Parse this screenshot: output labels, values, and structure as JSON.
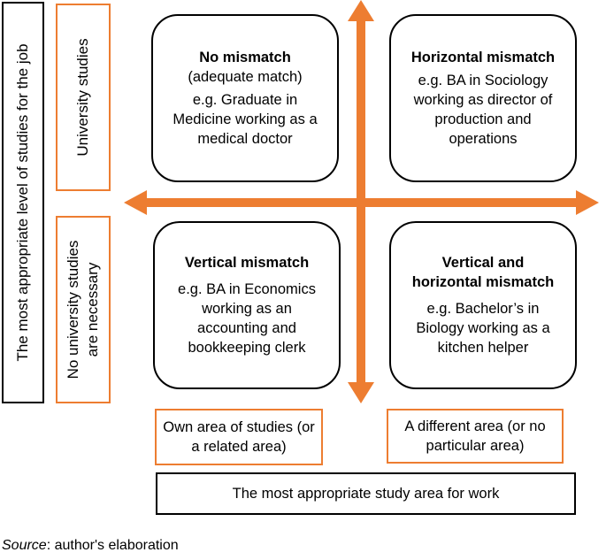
{
  "axes": {
    "y_title": "The most appropriate level of studies for the job",
    "y_top_label": "University studies",
    "y_bottom_label_line1": "No university studies",
    "y_bottom_label_line2": "are necessary",
    "x_left_label_line1": "Own area of studies (or",
    "x_left_label_line2": "a related area)",
    "x_right_label_line1": "A different area (or no",
    "x_right_label_line2": "particular area)",
    "x_title": "The most appropriate study area for work"
  },
  "quadrants": {
    "top_left": {
      "title": "No mismatch",
      "subtitle": "(adequate match)",
      "example_line1": "e.g. Graduate in",
      "example_line2": "Medicine working as a",
      "example_line3": "medical doctor"
    },
    "top_right": {
      "title": "Horizontal mismatch",
      "example_line1": "e.g. BA in Sociology",
      "example_line2": "working as director of",
      "example_line3": "production and",
      "example_line4": "operations"
    },
    "bottom_left": {
      "title": "Vertical mismatch",
      "example_line1": "e.g. BA in Economics",
      "example_line2": "working as an",
      "example_line3": "accounting and",
      "example_line4": "bookkeeping clerk"
    },
    "bottom_right": {
      "title_line1": "Vertical and",
      "title_line2": "horizontal mismatch",
      "example_line1": "e.g. Bachelor’s in",
      "example_line2": "Biology working as a",
      "example_line3": "kitchen helper"
    }
  },
  "source": {
    "label": "Source",
    "text": ": author's elaboration"
  },
  "colors": {
    "arrow": "#ed7d31",
    "orange_border": "#ed7d31",
    "black_border": "#000000"
  }
}
